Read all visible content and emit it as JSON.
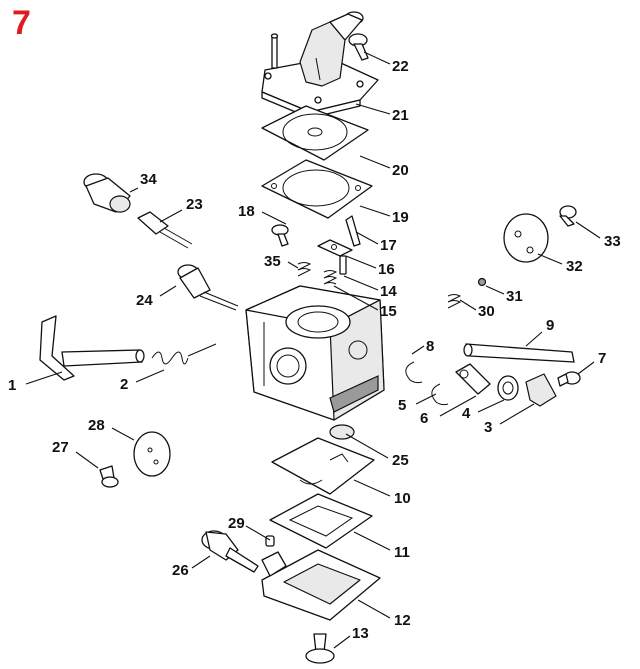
{
  "page_number": "7",
  "callouts": [
    "1",
    "2",
    "3",
    "4",
    "5",
    "6",
    "7",
    "8",
    "9",
    "10",
    "11",
    "12",
    "13",
    "14",
    "15",
    "16",
    "17",
    "18",
    "19",
    "20",
    "21",
    "22",
    "23",
    "24",
    "25",
    "26",
    "27",
    "28",
    "29",
    "30",
    "31",
    "32",
    "33",
    "34",
    "35"
  ]
}
